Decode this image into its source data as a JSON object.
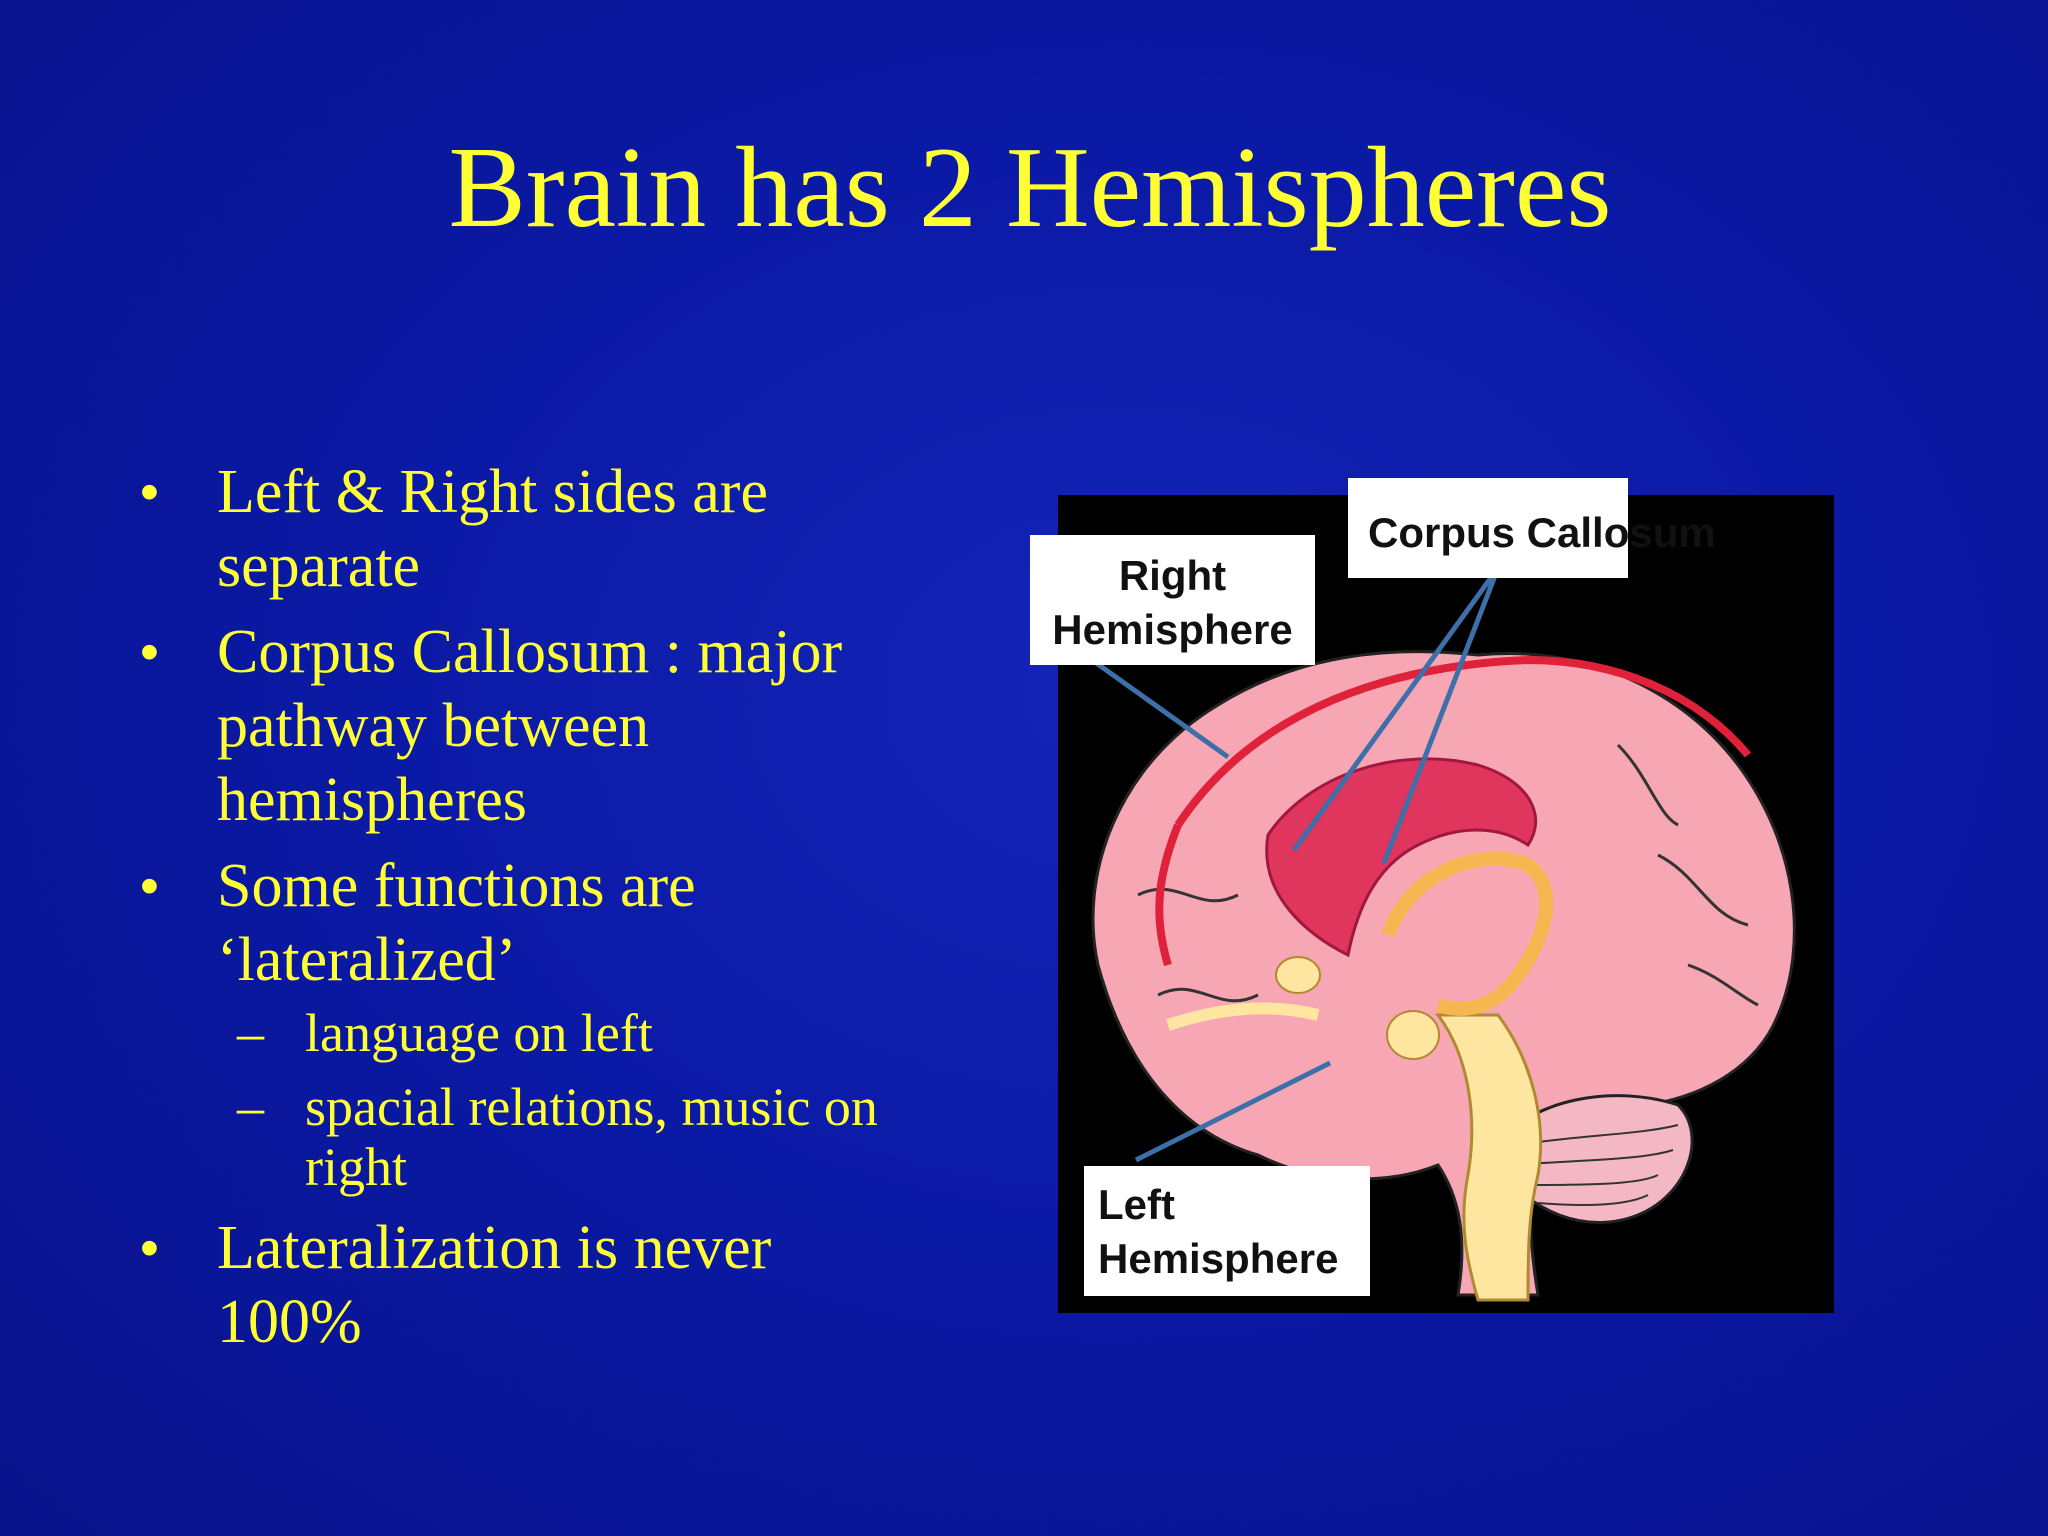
{
  "slide": {
    "title": "Brain has 2 Hemispheres",
    "bullets": [
      {
        "marker": "•",
        "lines": [
          "Left & Right sides are",
          "separate"
        ]
      },
      {
        "marker": "•",
        "lines": [
          "Corpus Callosum : major",
          "pathway between",
          "hemispheres"
        ]
      },
      {
        "marker": "•",
        "lines": [
          "Some functions are",
          "‘lateralized’"
        ],
        "subbullets": [
          {
            "marker": "–",
            "lines": [
              "language on left"
            ]
          },
          {
            "marker": "–",
            "lines": [
              "spacial relations, music on",
              "right"
            ]
          }
        ]
      },
      {
        "marker": "•",
        "lines": [
          "Lateralization is never",
          "100%"
        ]
      }
    ]
  },
  "figure": {
    "labels": {
      "corpus_callosum": "Corpus Callosum",
      "right_hemisphere": [
        "Right",
        "Hemisphere"
      ],
      "left_hemisphere": [
        "Left",
        "Hemisphere"
      ]
    },
    "colors": {
      "text": "#ffff33",
      "background": "#0b1aa6",
      "brain": "#f7a6b4",
      "corpus_callosum": "#e0355c",
      "leader_lines": "#3d6fa8"
    }
  }
}
